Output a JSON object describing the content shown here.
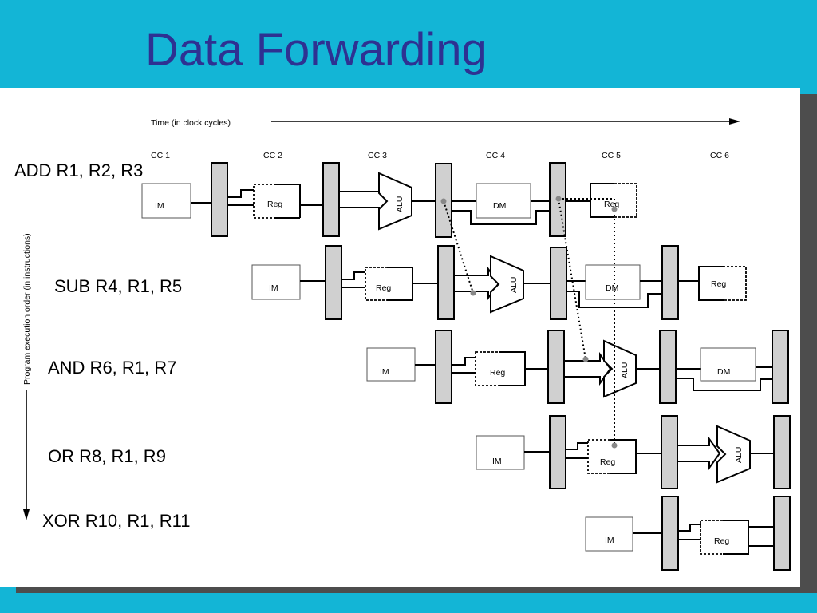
{
  "slide": {
    "title": "Data Forwarding"
  },
  "diagram": {
    "time_label": "Time (in clock cycles)",
    "order_label": "Program execution order (in instructions)",
    "clock_cycles": [
      "CC 1",
      "CC 2",
      "CC 3",
      "CC 4",
      "CC 5",
      "CC 6"
    ],
    "instructions": [
      "ADD R1, R2, R3",
      "SUB R4, R1, R5",
      "AND R6, R1, R7",
      "OR R8, R1, R9",
      "XOR R10, R1, R11"
    ],
    "stage_labels": {
      "im": "IM",
      "reg": "Reg",
      "alu": "ALU",
      "dm": "DM"
    }
  }
}
